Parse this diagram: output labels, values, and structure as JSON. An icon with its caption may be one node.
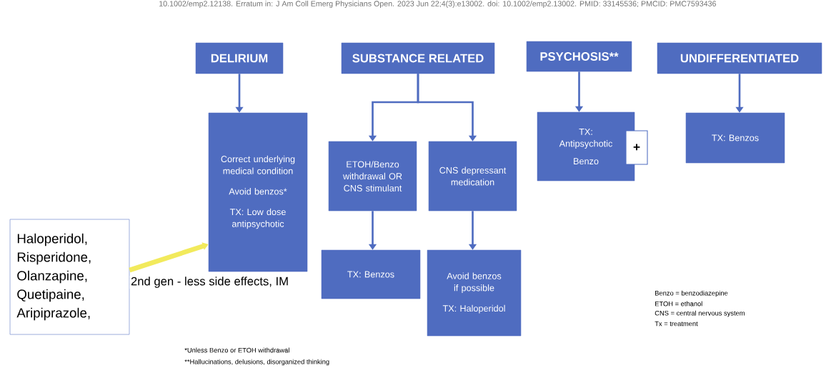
{
  "diagram": {
    "nodes": [
      {
        "text": [
          "DELIRIUM"
        ]
      },
      {
        "text": [
          "SUBSTANCE RELATED"
        ]
      },
      {
        "text": [
          "PSYCHOSIS**"
        ]
      },
      {
        "text": [
          "UNDIFFERENTIATED"
        ]
      },
      {
        "text": [
          "Correct underlying medical condition",
          "Avoid benzos*",
          "TX: Low dose antipsychotic"
        ]
      },
      {
        "text": [
          "ETOH/Benzo withdrawal OR CNS stimulant"
        ]
      },
      {
        "text": [
          "CNS depressant medication"
        ]
      },
      {
        "text": [
          "TX: Benzos"
        ]
      },
      {
        "text": [
          "Avoid benzos if possible",
          "TX: Haloperidol"
        ]
      },
      {
        "text": [
          "TX: Antipsychotic",
          "Benzo"
        ]
      },
      {
        "text": [
          "+"
        ]
      },
      {
        "text": [
          "TX: Benzos"
        ]
      },
      {
        "text": [
          "Haloperidol, Risperidone, Olanzapine, Quetipaine, Aripiprazole,"
        ]
      }
    ],
    "edges": [
      {
        "from": 0,
        "to": 4,
        "arrow": "to"
      },
      {
        "from": 1,
        "to": 5,
        "arrow": "to"
      },
      {
        "from": 1,
        "to": 6,
        "arrow": "to"
      },
      {
        "from": 5,
        "to": 7,
        "arrow": "to"
      },
      {
        "from": 6,
        "to": 8,
        "arrow": "to"
      },
      {
        "from": 2,
        "to": 9,
        "arrow": "to"
      },
      {
        "from": 3,
        "to": 11,
        "arrow": "to"
      },
      {
        "from": 12,
        "to": 4,
        "arrow": "to",
        "label": "2nd gen - less side effects, IM",
        "style": "thick",
        "color": "#f2ea5c"
      }
    ],
    "labels": [
      "10.1002/emp2.12138. Erratum in: J Am Coll Emerg Physicians Open. 2023 Jun 22;4(3):e13002. doi: 10.1002/emp2.13002. PMID: 33145536; PMCID: PMC7593436",
      "Benzo = benzodiazepine",
      "ETOH = ethanol",
      "CNS = central nervous system",
      "Tx = treatment",
      "*Unless Benzo or ETOH withdrawal",
      "**Hallucinations, delusions, disorganized thinking"
    ]
  }
}
